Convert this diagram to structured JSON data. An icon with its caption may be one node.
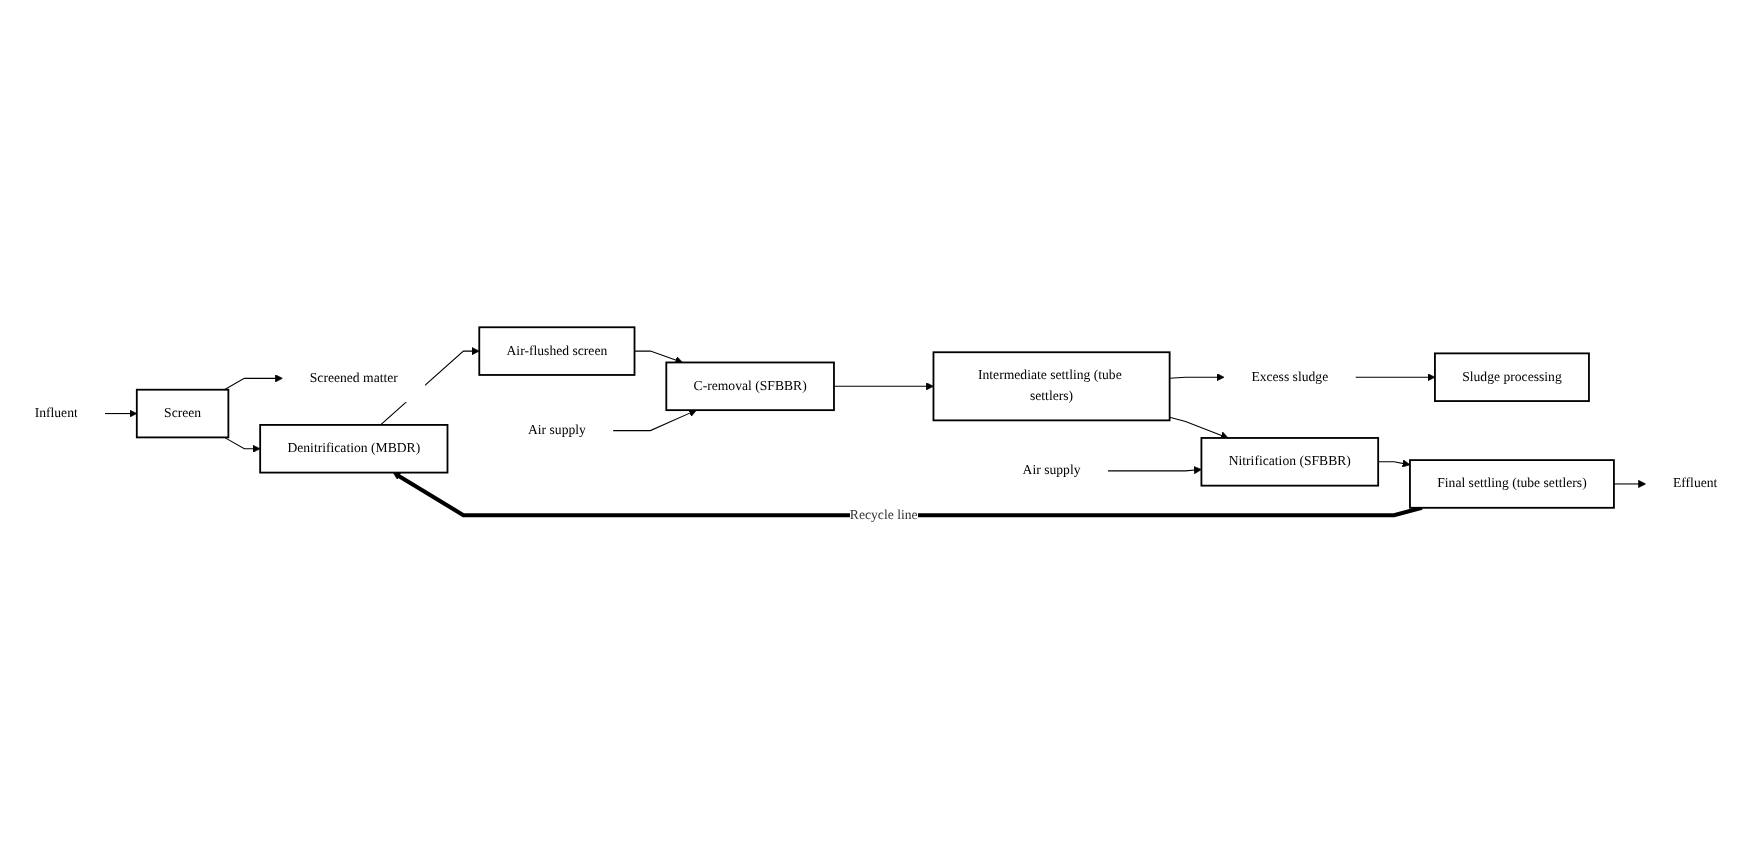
{
  "diagram": {
    "nodes": [
      {
        "text": [
          "Influent"
        ]
      },
      {
        "text": [
          "Screen"
        ]
      },
      {
        "text": [
          "Screened matter"
        ]
      },
      {
        "text": [
          "Sludge processing"
        ]
      },
      {
        "text": [
          "Excess sludge"
        ]
      },
      {
        "text": [
          "Effluent"
        ]
      },
      {
        "text": [
          "Denitrification (MBDR)"
        ]
      },
      {
        "text": [
          "Air-flushed screen"
        ]
      },
      {
        "text": [
          "C-removal (SFBBR)"
        ]
      },
      {
        "text": [
          "Intermediate settling (tube settlers)"
        ]
      },
      {
        "text": [
          "Nitrification (SFBBR)"
        ]
      },
      {
        "text": [
          "Final settling (tube settlers)"
        ]
      },
      {
        "text": [
          "Air supply"
        ]
      },
      {
        "text": [
          "Air supply"
        ]
      }
    ],
    "edges": [
      {
        "from": 0,
        "to": 1,
        "arrow": "to"
      },
      {
        "from": 1,
        "to": 2,
        "arrow": "to"
      },
      {
        "from": 1,
        "to": 6,
        "arrow": "to"
      },
      {
        "from": 6,
        "to": 7,
        "arrow": "to"
      },
      {
        "from": 7,
        "to": 8,
        "arrow": "to"
      },
      {
        "from": 8,
        "to": 9,
        "arrow": "to"
      },
      {
        "from": 9,
        "to": 4,
        "arrow": "to"
      },
      {
        "from": 4,
        "to": 3,
        "arrow": "to"
      },
      {
        "from": 9,
        "to": 10,
        "arrow": "to"
      },
      {
        "from": 10,
        "to": 11,
        "arrow": "to"
      },
      {
        "from": 11,
        "to": 5,
        "arrow": "to"
      },
      {
        "from": 12,
        "to": 8,
        "arrow": "to"
      },
      {
        "from": 13,
        "to": 10,
        "arrow": "to"
      },
      {
        "from": 11,
        "to": 6,
        "arrow": "to",
        "label": "Recycle line",
        "style": "thick"
      }
    ]
  }
}
